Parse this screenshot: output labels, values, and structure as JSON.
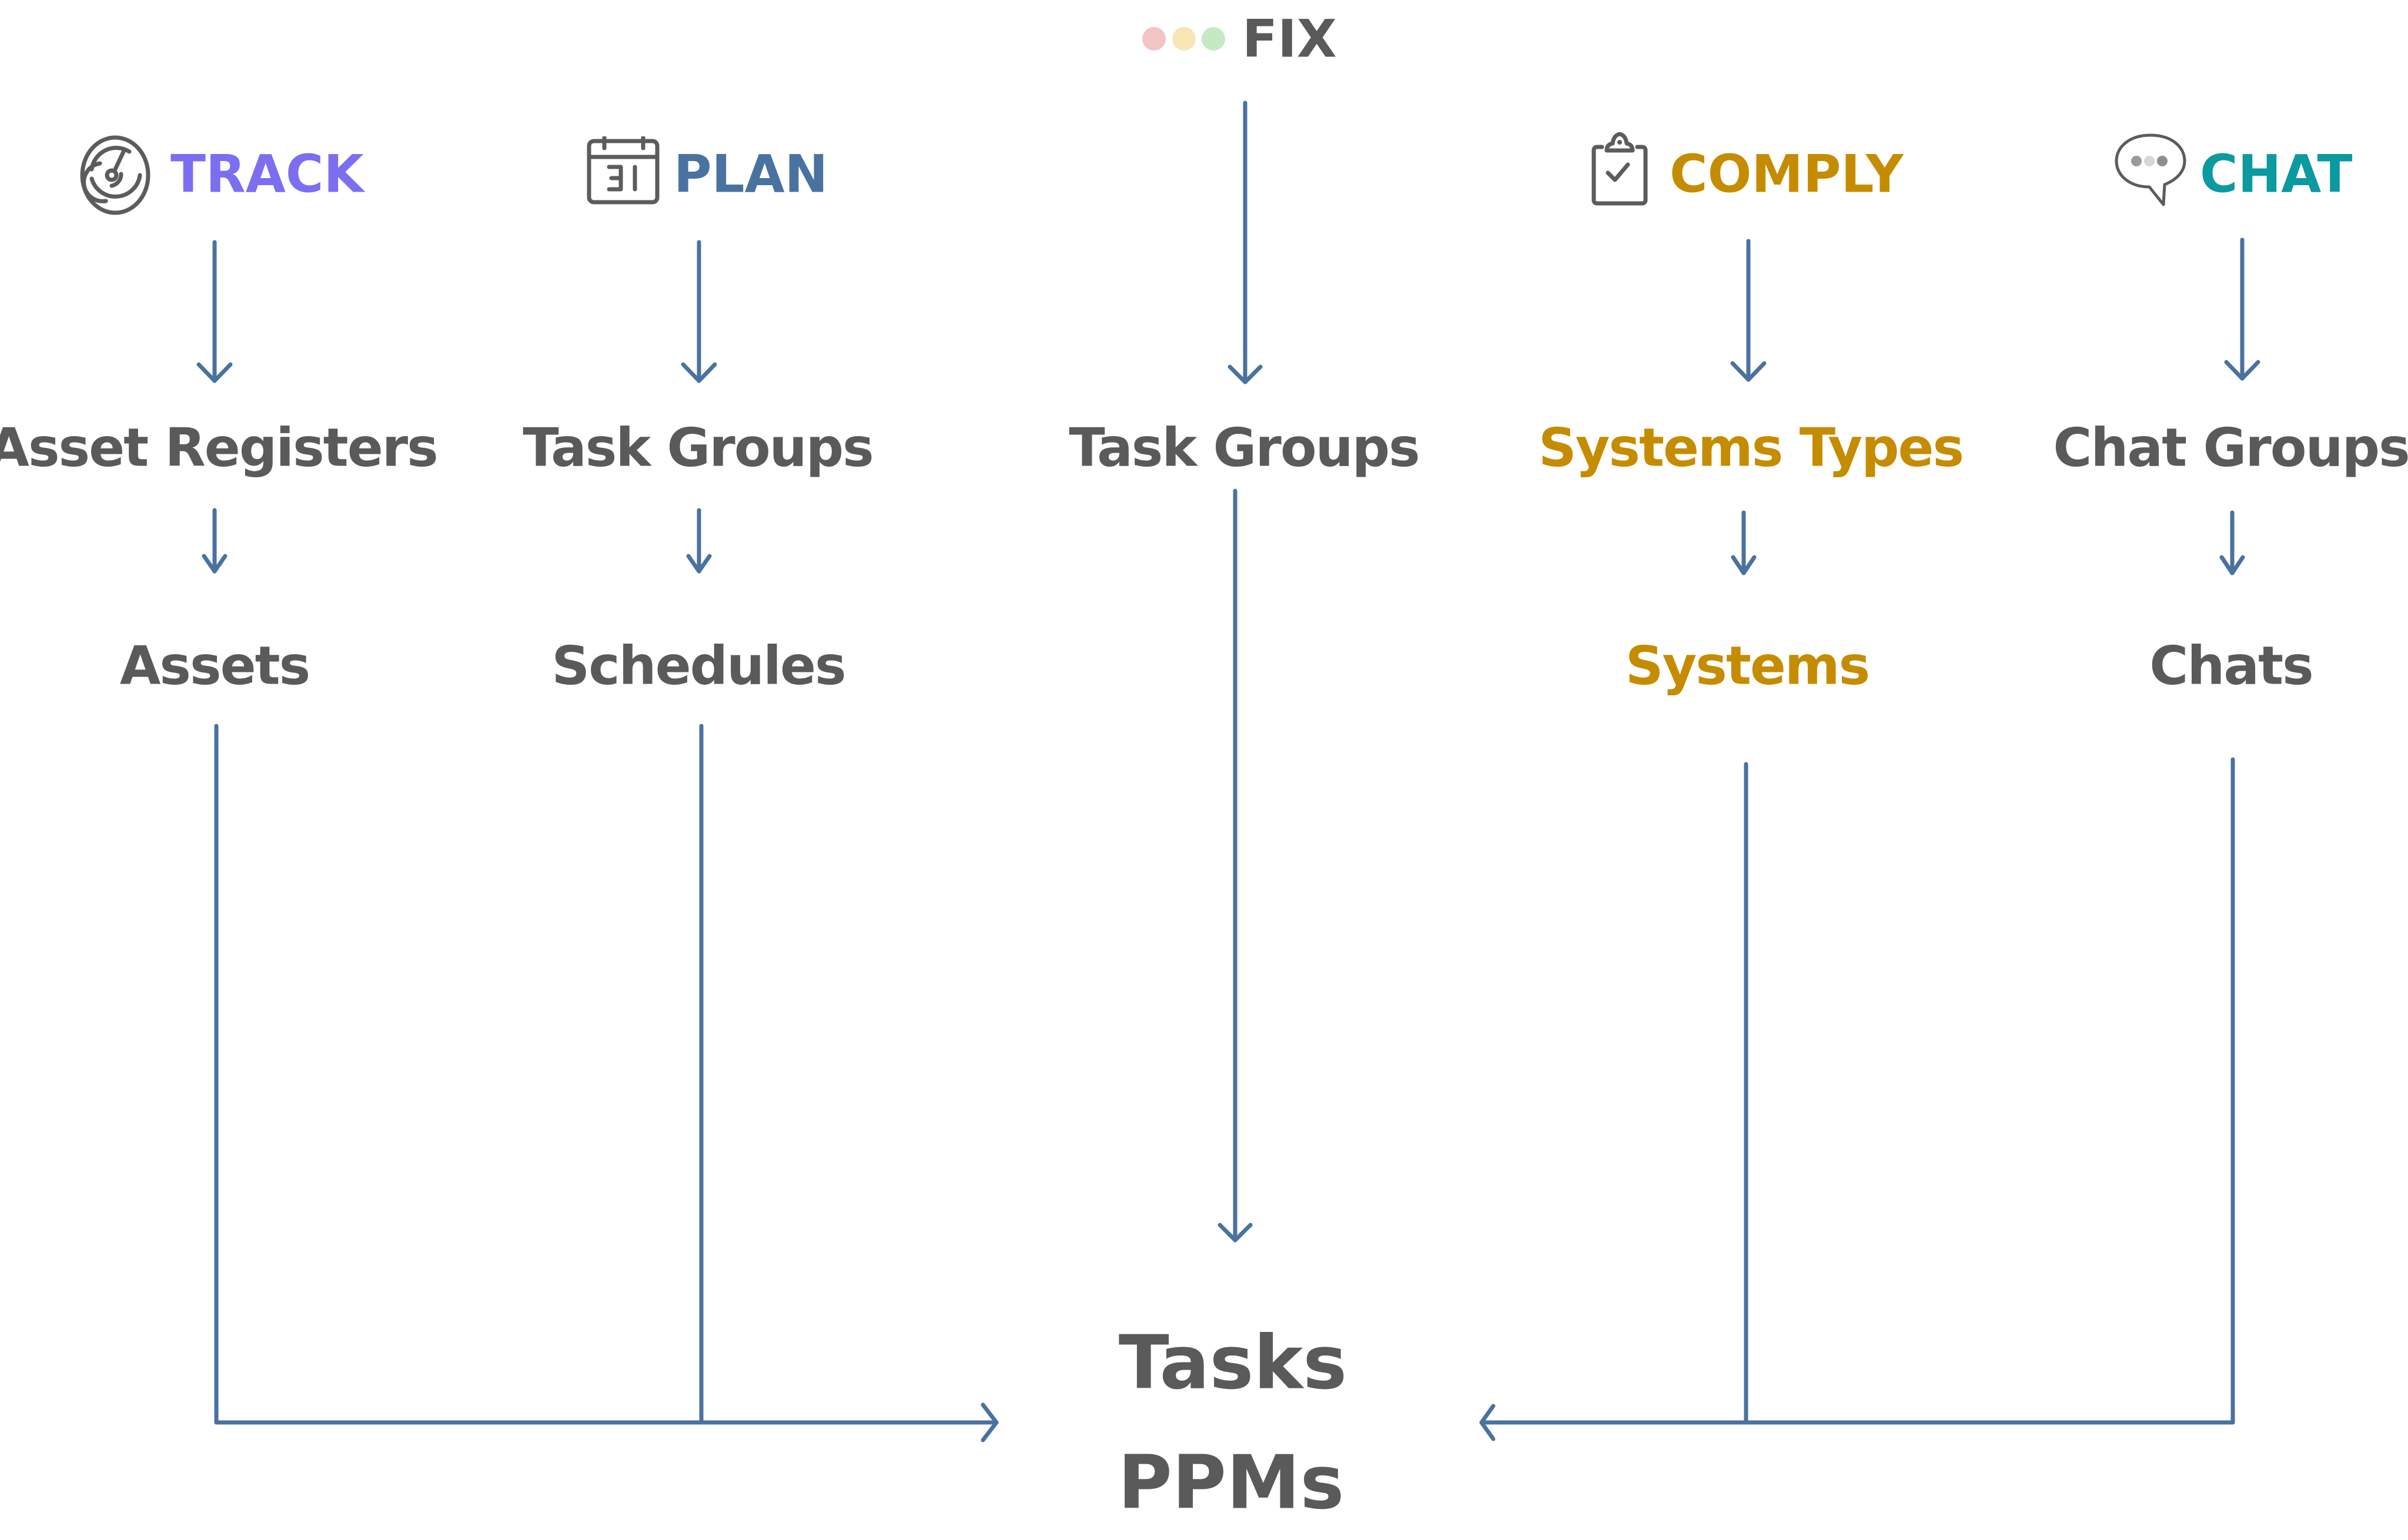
{
  "diagram": {
    "title": "Tasks and PPMs data flow",
    "colors": {
      "arrow": "#4a72a0",
      "text_gray": "#5a5a5a",
      "icon_gray": "#5c5c5c",
      "track": "#7b6ef0",
      "plan": "#4a72a0",
      "comply": "#c68c00",
      "chat": "#0a9aa0",
      "fix_dot_red": "#f3c4c4",
      "fix_dot_yellow": "#f8e6b4",
      "fix_dot_green": "#c7e8c4"
    },
    "modules": [
      {
        "id": "track",
        "label": "TRACK",
        "icon": "radar-icon",
        "level1": "Asset Registers",
        "level2": "Assets"
      },
      {
        "id": "plan",
        "label": "PLAN",
        "icon": "calendar-icon",
        "calendar_day": "31",
        "level1": "Task Groups",
        "level2": "Schedules"
      },
      {
        "id": "fix",
        "label": "FIX",
        "icon": "traffic-dots-icon",
        "level1": "Task Groups",
        "level2": null
      },
      {
        "id": "comply",
        "label": "COMPLY",
        "icon": "clipboard-check-icon",
        "level1": "Systems Types",
        "level2": "Systems"
      },
      {
        "id": "chat",
        "label": "CHAT",
        "icon": "chat-bubble-icon",
        "level1": "Chat Groups",
        "level2": "Chats"
      }
    ],
    "target": {
      "line1": "Tasks",
      "line2": "PPMs"
    }
  }
}
